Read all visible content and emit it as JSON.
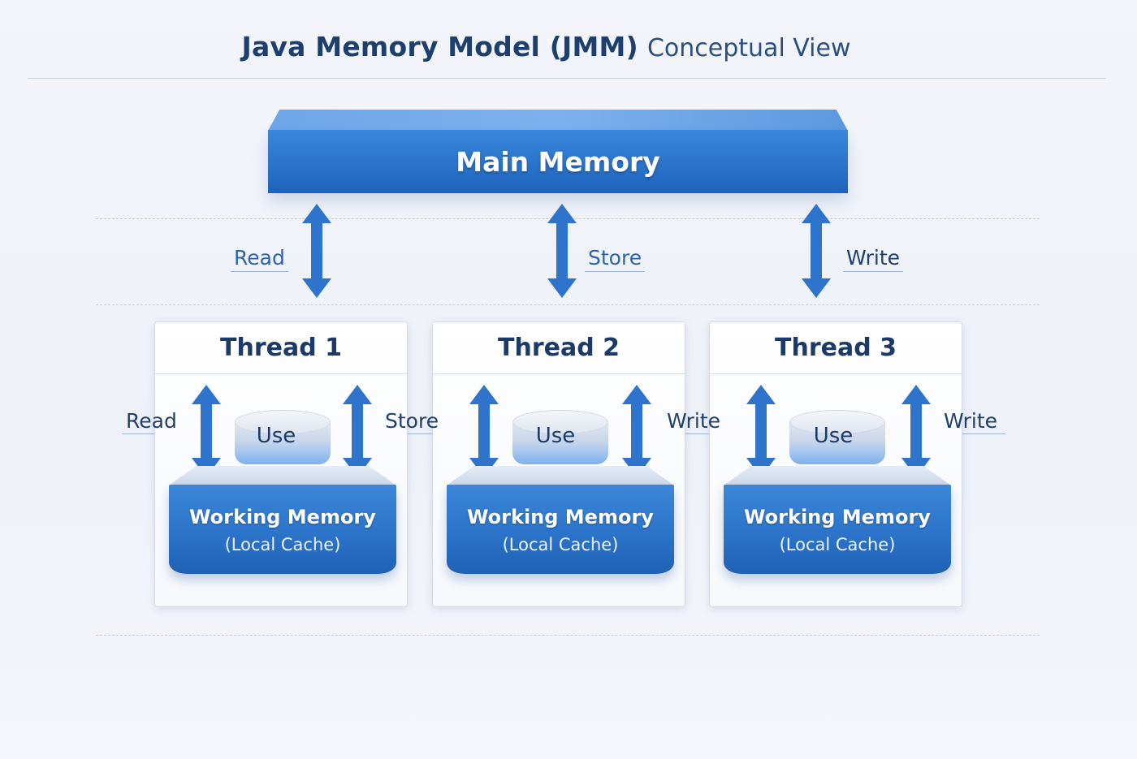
{
  "title": {
    "main": "Java Memory Model (JMM)",
    "sub": "Conceptual View"
  },
  "main_memory": {
    "label": "Main Memory"
  },
  "links": [
    {
      "label": "Read"
    },
    {
      "label": "Store"
    },
    {
      "label": "Write"
    }
  ],
  "threads": [
    {
      "title": "Thread 1",
      "use": "Use",
      "left_label": "Read",
      "right_label": "Store",
      "wm_line1": "Working Memory",
      "wm_line2": "(Local Cache)"
    },
    {
      "title": "Thread 2",
      "use": "Use",
      "left_label": "",
      "right_label": "Write",
      "wm_line1": "Working Memory",
      "wm_line2": "(Local Cache)"
    },
    {
      "title": "Thread 3",
      "use": "Use",
      "left_label": "",
      "right_label": "Write",
      "wm_line1": "Working Memory",
      "wm_line2": "(Local Cache)"
    }
  ],
  "colors": {
    "accent": "#2a74cc",
    "arrow": "#2f74cc",
    "text_dark": "#1b3a67"
  }
}
